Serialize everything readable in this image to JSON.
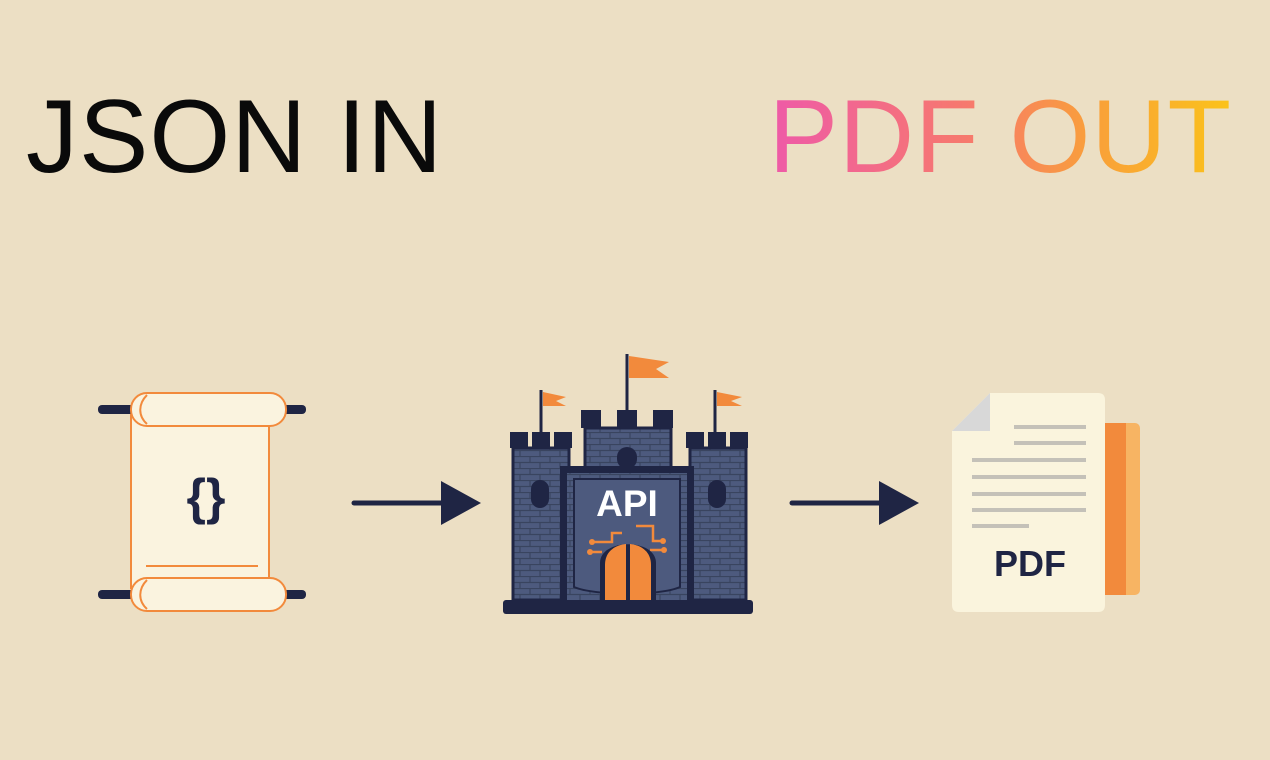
{
  "headline": {
    "left": "JSON IN",
    "right": "PDF OUT"
  },
  "nodes": {
    "json": {
      "glyph": "{}"
    },
    "api": {
      "label": "API"
    },
    "pdf": {
      "label": "PDF"
    }
  },
  "colors": {
    "background": "#ecdfc4",
    "ink": "#1f2544",
    "orange": "#f28a3c",
    "stone": "#4d5a7e",
    "paper": "#faf3df",
    "gradient_start": "#ee5aa8",
    "gradient_end": "#fbc31a"
  },
  "icons": [
    "json-scroll-icon",
    "arrow-right-icon",
    "api-castle-icon",
    "arrow-right-icon",
    "pdf-document-icon"
  ]
}
